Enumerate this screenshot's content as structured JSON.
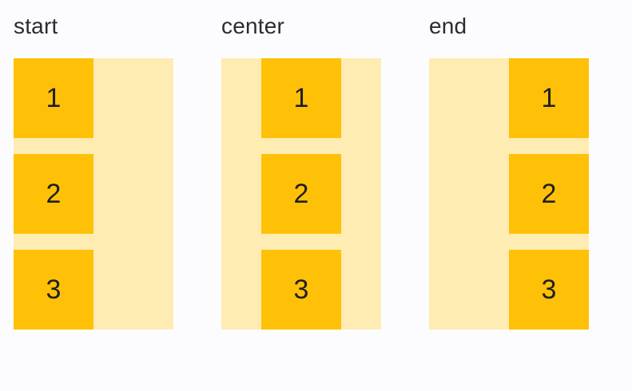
{
  "page": {
    "background": "#FCFCFE"
  },
  "colors": {
    "container_bg": "#FFECB3",
    "item_bg": "#FFC107",
    "label_text": "#2B2B33",
    "item_text": "#1F1F24"
  },
  "examples": [
    {
      "label": "start",
      "alignment": "start",
      "items": [
        "1",
        "2",
        "3"
      ]
    },
    {
      "label": "center",
      "alignment": "center",
      "items": [
        "1",
        "2",
        "3"
      ]
    },
    {
      "label": "end",
      "alignment": "end",
      "items": [
        "1",
        "2",
        "3"
      ]
    }
  ]
}
